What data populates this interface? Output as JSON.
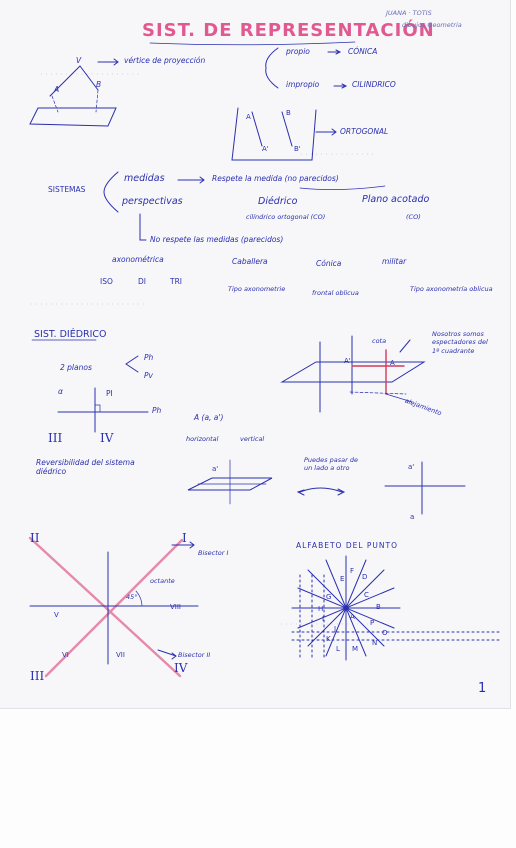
{
  "header": {
    "title": "SIST. DE REPRESENTACIÓN",
    "corner_note_1": "JUANA · TOTIS",
    "corner_note_2": "dibujos Geometria",
    "page_number": "1"
  },
  "projection": {
    "vertex_label": "V",
    "vertex_def": "vértice de proyección",
    "proper": "propio",
    "improper": "impropio",
    "conic": "CÓNICA",
    "cylindrical": "CILINDRICO",
    "orthogonal": "ORTOGONAL",
    "pt_a": "A",
    "pt_b": "B",
    "pt_a1": "A'",
    "pt_b1": "B'"
  },
  "systems": {
    "label": "SISTEMAS",
    "measure": "medidas",
    "respect": "Respete la medida (no parecidos)",
    "perspectives": "perspectivas",
    "dihedral": "Diédrico",
    "dihedral_sub": "cilíndrico ortogonal (CO)",
    "contour": "Plano acotado",
    "contour_sub": "(CO)",
    "no_respect": "No respete las medidas (parecidos)",
    "axonometric": "axonométrica",
    "cavalier": "Caballera",
    "conic": "Cónica",
    "military": "militar",
    "iso": "ISO",
    "di": "DI",
    "tri": "TRI",
    "type_axo": "Tipo axonometrie",
    "frontal": "frontal oblicua",
    "type_axo_oblique": "Tipo axonometría oblicua"
  },
  "dihedral": {
    "heading": "SIST. DIÉDRICO",
    "planes": "2 planos",
    "ph": "Ph",
    "pv": "Pv",
    "pi": "PI",
    "alpha": "α",
    "q3": "III",
    "q4": "IV",
    "point": "A (a, a')",
    "horizontal": "horizontal",
    "vertical": "vertical",
    "cota": "cota",
    "observers": "Nosotros somos espectadores del 1º cuadrante",
    "distance": "alejamiento",
    "pt_a": "A",
    "pt_a1": "A'",
    "pt_a2": "a'"
  },
  "reversibility": {
    "heading": "Reversibilidad del sistema diédrico",
    "note": "Puedes pasar de un lado a otro",
    "pt_a1": "a'",
    "pt_a": "a"
  },
  "quadrants": {
    "roman": [
      "I",
      "II",
      "III",
      "IV",
      "V",
      "VI",
      "VII",
      "VIII"
    ],
    "bisector_1": "Bisector I",
    "bisector_2": "Bisector II",
    "octant": "octante",
    "angle": "45°"
  },
  "alphabet": {
    "heading": "ALFABETO DEL PUNTO",
    "letters": [
      "E",
      "F",
      "D",
      "G",
      "C",
      "H",
      "B",
      "I",
      "A",
      "J",
      "P",
      "K",
      "O",
      "L",
      "M",
      "N"
    ]
  }
}
